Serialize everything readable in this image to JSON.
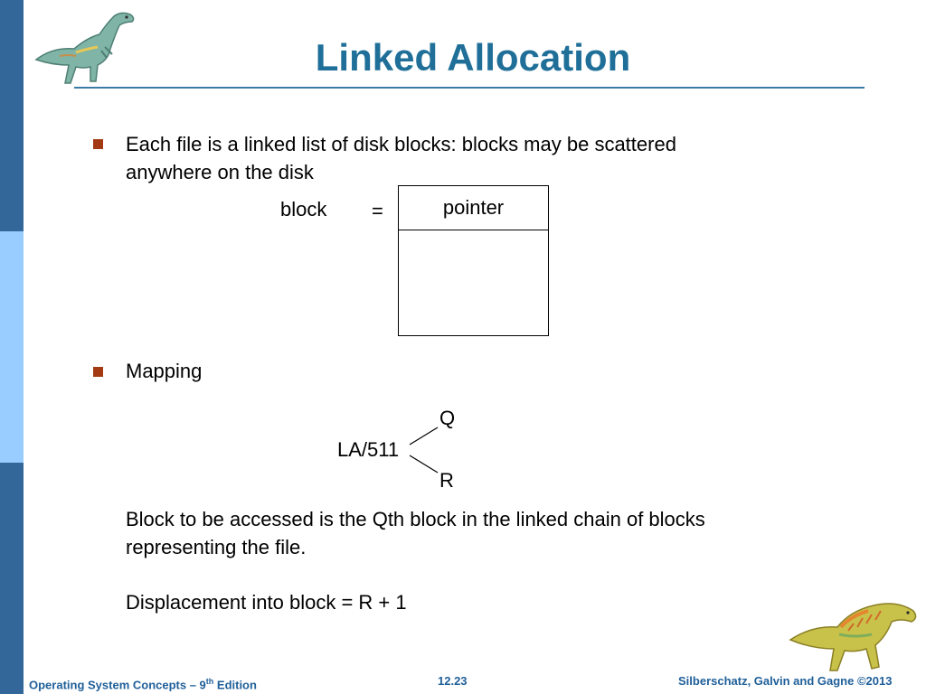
{
  "slide": {
    "title": "Linked Allocation",
    "bullets": [
      {
        "line1": "Each file is a linked list of disk blocks: blocks may be scattered",
        "line2": "anywhere on the disk"
      },
      {
        "line1": "Mapping"
      }
    ],
    "block_diagram": {
      "block_label": "block",
      "equals": "=",
      "pointer_label": "pointer"
    },
    "mapping_diagram": {
      "dividend": "LA/511",
      "quotient": "Q",
      "remainder": "R"
    },
    "explanation": {
      "line1": "Block to be accessed is the Qth block in the linked chain of blocks",
      "line2": "representing the file.",
      "line3": "Displacement into block = R + 1"
    }
  },
  "footer": {
    "book_prefix": "Operating System Concepts – 9",
    "book_sup": "th",
    "book_suffix": " Edition",
    "page_number": "12.23",
    "copyright": "Silberschatz, Galvin and Gagne ©2013"
  },
  "colors": {
    "title": "#1f6f99",
    "bullet": "#a33a13",
    "strip_dark": "#336699",
    "strip_light": "#99ccff",
    "footer": "#1f5f99"
  },
  "icons": {
    "top_left": "dinosaur-icon",
    "bottom_right": "dinosaur-icon"
  }
}
